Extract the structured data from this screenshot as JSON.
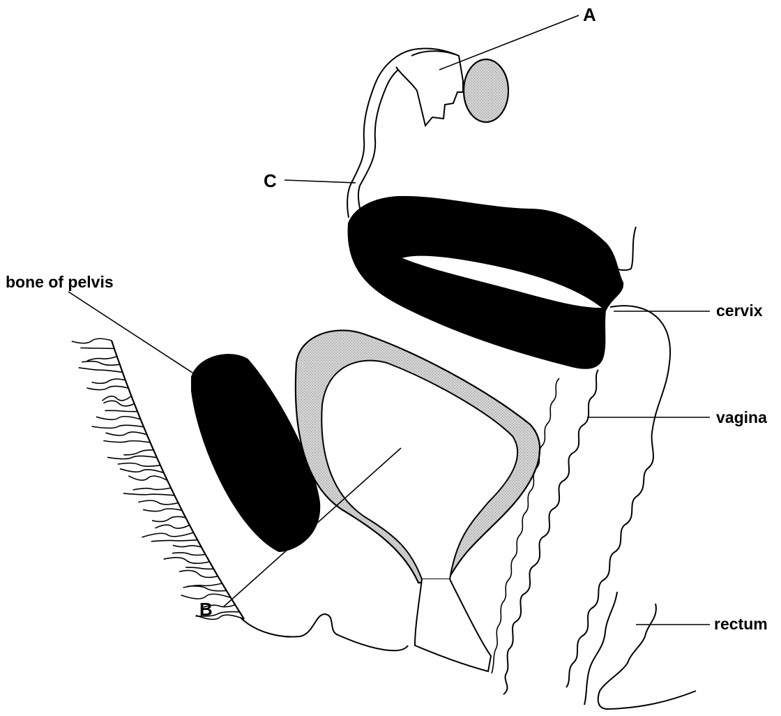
{
  "labels": {
    "a": "A",
    "b": "B",
    "c": "C",
    "bone_of_pelvis": "bone of pelvis",
    "cervix": "cervix",
    "vagina": "vagina",
    "rectum": "rectum"
  },
  "colors": {
    "ink": "#000000",
    "stipple_fill": "#c8c8c8",
    "background": "#ffffff"
  }
}
